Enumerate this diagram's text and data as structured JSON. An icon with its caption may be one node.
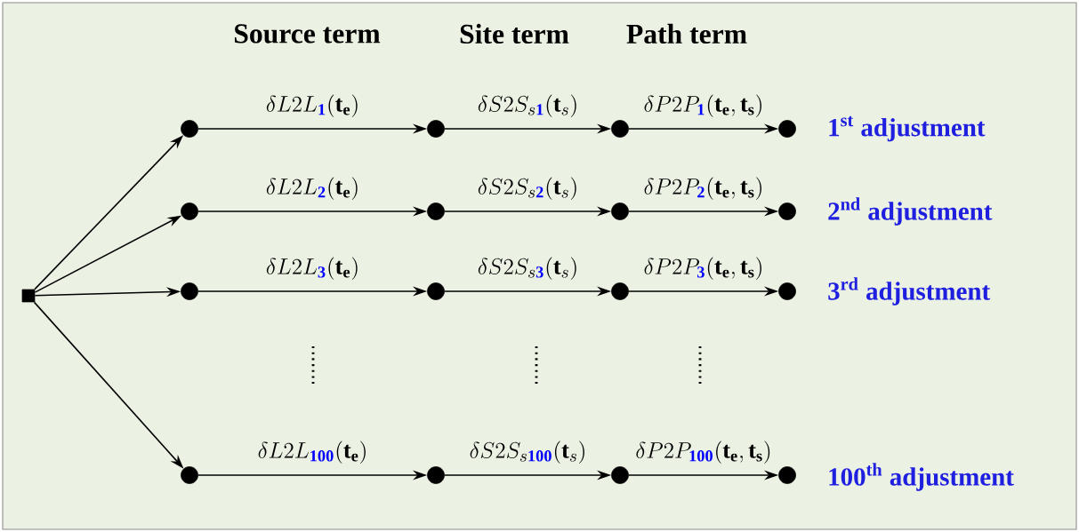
{
  "diagram": {
    "nodes": [
      {
        "text": [],
        "shape": "box"
      },
      {
        "text": [],
        "shape": "circle"
      },
      {
        "text": [],
        "shape": "circle"
      },
      {
        "text": [],
        "shape": "circle"
      },
      {
        "text": [],
        "shape": "circle"
      },
      {
        "text": [],
        "shape": "circle"
      },
      {
        "text": [],
        "shape": "circle"
      },
      {
        "text": [],
        "shape": "circle"
      },
      {
        "text": [],
        "shape": "circle"
      },
      {
        "text": [],
        "shape": "circle"
      },
      {
        "text": [],
        "shape": "circle"
      },
      {
        "text": [],
        "shape": "circle"
      },
      {
        "text": [],
        "shape": "circle"
      },
      {
        "text": [],
        "shape": "circle"
      },
      {
        "text": [],
        "shape": "circle"
      },
      {
        "text": [],
        "shape": "circle"
      },
      {
        "text": [],
        "shape": "circle"
      }
    ],
    "edges": [
      {
        "from": 0,
        "to": 1,
        "arrow": "to"
      },
      {
        "from": 0,
        "to": 5,
        "arrow": "to"
      },
      {
        "from": 0,
        "to": 9,
        "arrow": "to"
      },
      {
        "from": 0,
        "to": 13,
        "arrow": "to"
      },
      {
        "from": 1,
        "to": 2,
        "arrow": "to",
        "label": "\\delta L2L_{\\textcolor{blue}{\\mathbf{1}}}(\\mathbf{t_e})"
      },
      {
        "from": 2,
        "to": 3,
        "arrow": "to",
        "label": "\\delta S2S_{s\\textcolor{blue}{\\mathbf{1}}}(\\mathbf{t}_s)"
      },
      {
        "from": 3,
        "to": 4,
        "arrow": "to",
        "label": "\\delta P2P_{\\textcolor{blue}{\\mathbf{1}}}(\\mathbf{t_e},\\mathbf{t_s})"
      },
      {
        "from": 5,
        "to": 6,
        "arrow": "to",
        "label": "\\delta L2L_{\\textcolor{blue}{\\mathbf{2}}}(\\mathbf{t_e})"
      },
      {
        "from": 6,
        "to": 7,
        "arrow": "to",
        "label": "\\delta S2S_{s\\textcolor{blue}{\\mathbf{2}}}(\\mathbf{t}_s)"
      },
      {
        "from": 7,
        "to": 8,
        "arrow": "to",
        "label": "\\delta P2P_{\\textcolor{blue}{\\mathbf{2}}}(\\mathbf{t_e},\\mathbf{t_s})"
      },
      {
        "from": 9,
        "to": 10,
        "arrow": "to",
        "label": "\\delta L2L_{\\textcolor{blue}{\\mathbf{3}}}(\\mathbf{t_e})"
      },
      {
        "from": 10,
        "to": 11,
        "arrow": "to",
        "label": "\\delta S2S_{s\\textcolor{blue}{\\mathbf{3}}}(\\mathbf{t}_s)"
      },
      {
        "from": 11,
        "to": 12,
        "arrow": "to",
        "label": "\\delta P2P_{\\textcolor{blue}{\\mathbf{3}}}(\\mathbf{t_e},\\mathbf{t_s})"
      },
      {
        "from": 13,
        "to": 14,
        "arrow": "to",
        "label": "\\delta L2L_{\\textcolor{blue}{\\mathbf{100}}}(\\mathbf{t_e})"
      },
      {
        "from": 14,
        "to": 15,
        "arrow": "to",
        "label": "\\delta S2S_{s\\textcolor{blue}{\\mathbf{100}}}(\\mathbf{t}_s)"
      },
      {
        "from": 15,
        "to": 16,
        "arrow": "to",
        "label": "\\delta P2P_{\\textcolor{blue}{\\mathbf{100}}}(\\mathbf{t_e},\\mathbf{t_s})"
      }
    ],
    "labels": [
      "Source term",
      "Site term",
      "Path term",
      "1$^{st}$ adjustment",
      "2$^{nd}$ adjustment",
      "3$^{rd}$ adjustment",
      "100$^{th}$ adjustment"
    ]
  }
}
